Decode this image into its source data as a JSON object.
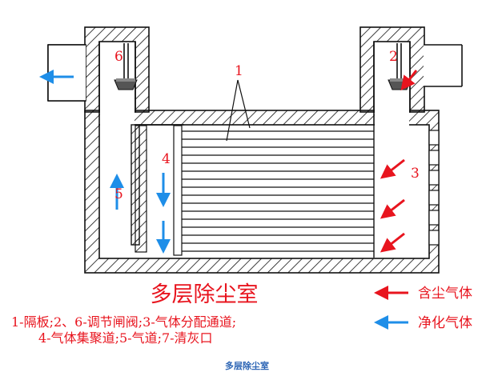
{
  "diagram": {
    "callouts": {
      "n1": "1",
      "n2": "2",
      "n3": "3",
      "n4": "4",
      "n5": "5",
      "n6": "6"
    },
    "title": "多层除尘室",
    "legend_lines": [
      "1-隔板;2、6-调节闸阀;3-气体分配通道;",
      "4-气体集聚道;5-气道;7-清灰口"
    ],
    "key": {
      "dusty_gas": "含尘气体",
      "clean_gas": "净化气体"
    },
    "colors": {
      "dusty": "#e8141e",
      "clean": "#1e8ee8",
      "outline": "#111111"
    }
  },
  "caption": "多层除尘室"
}
